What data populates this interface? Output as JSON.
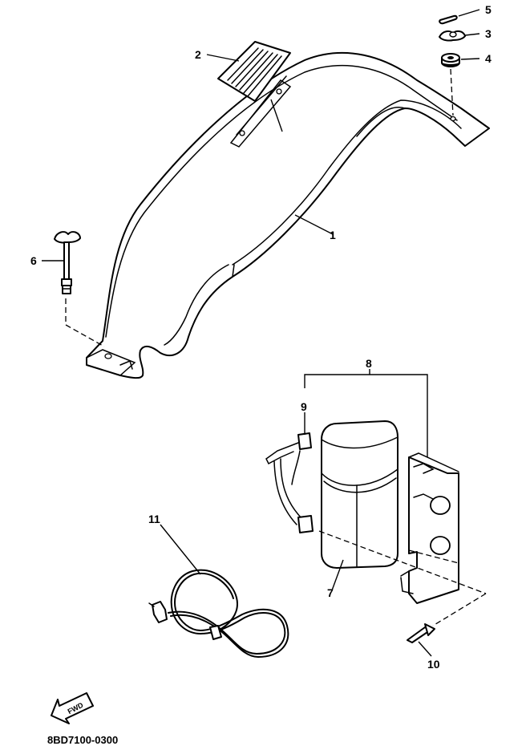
{
  "callouts": {
    "c1": "1",
    "c2": "2",
    "c3": "3",
    "c4": "4",
    "c5": "5",
    "c6": "6",
    "c7": "7",
    "c8": "8",
    "c9": "9",
    "c10": "10",
    "c11": "11"
  },
  "fwd_label": "FWD",
  "drawing_code": "8BD7100-0300"
}
